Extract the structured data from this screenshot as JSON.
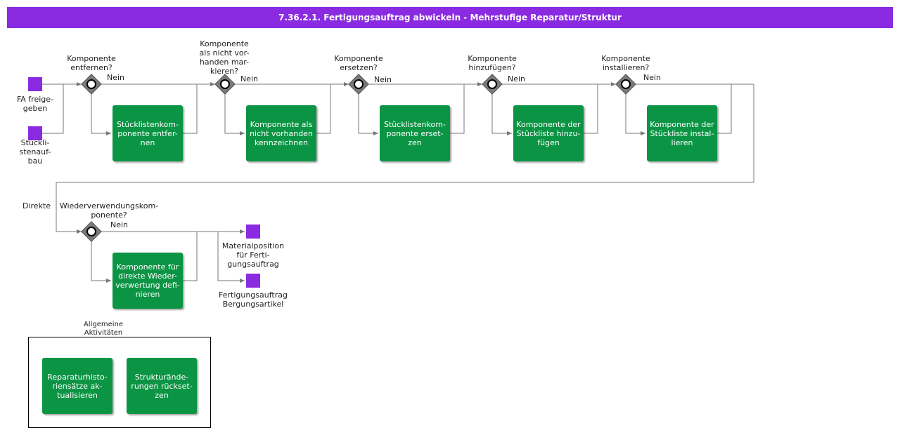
{
  "title": "7.36.2.1. Fertigungsauftrag abwickeln - Mehrstufige Reparatur/Struktur",
  "events": {
    "fa_freigegeben": "FA freige-\ngeben",
    "stuecklistenaufbau": "Stückli-\nstenauf-\nbau",
    "materialposition": "Materialposition\nfür      Ferti-\ngungsauftrag",
    "fertigungsauftrag_bergung": "Fertigungsauftrag\nBergungsartikel"
  },
  "gateways": {
    "entfernen": "Komponente\nentfernen?",
    "markieren": "Komponente\nals nicht vor-\nhanden mar-\nkieren?",
    "ersetzen": "Komponente\nersetzen?",
    "hinzufuegen": "Komponente\nhinzufügen?",
    "installieren": "Komponente\ninstallieren?",
    "wiederverwendung": "Wiederverwendungskom-\nponente?"
  },
  "nein_label": "Nein",
  "direkte_label": "Direkte",
  "tasks": {
    "entfernen": "Stücklistenkom-\nponente  entfer-\nnen",
    "kennzeichnen": "Komponente als\nnicht vorhanden\nkennzeichnen",
    "ersetzen": "Stücklistenkom-\nponente  erset-\nzen",
    "hinzufuegen": "Komponente der\nStückliste hinzu-\nfügen",
    "installieren": "Komponente der\nStückliste instal-\nlieren",
    "wiederverwertung": "Komponente für\ndirekte Wieder-\nverwertung defi-\nnieren",
    "reparaturhistorie": "Reparaturhisto-\nriensätze  ak-\ntualisieren",
    "strukturaenderungen": "Strukturände-\nrungen rückset-\nzen"
  },
  "group_label": "Allgemeine\nAktivitäten",
  "colors": {
    "header": "#8a2be2",
    "task": "#0b9444",
    "event": "#8a2be2",
    "gateway": "#7a7a7a",
    "line": "#777777"
  }
}
